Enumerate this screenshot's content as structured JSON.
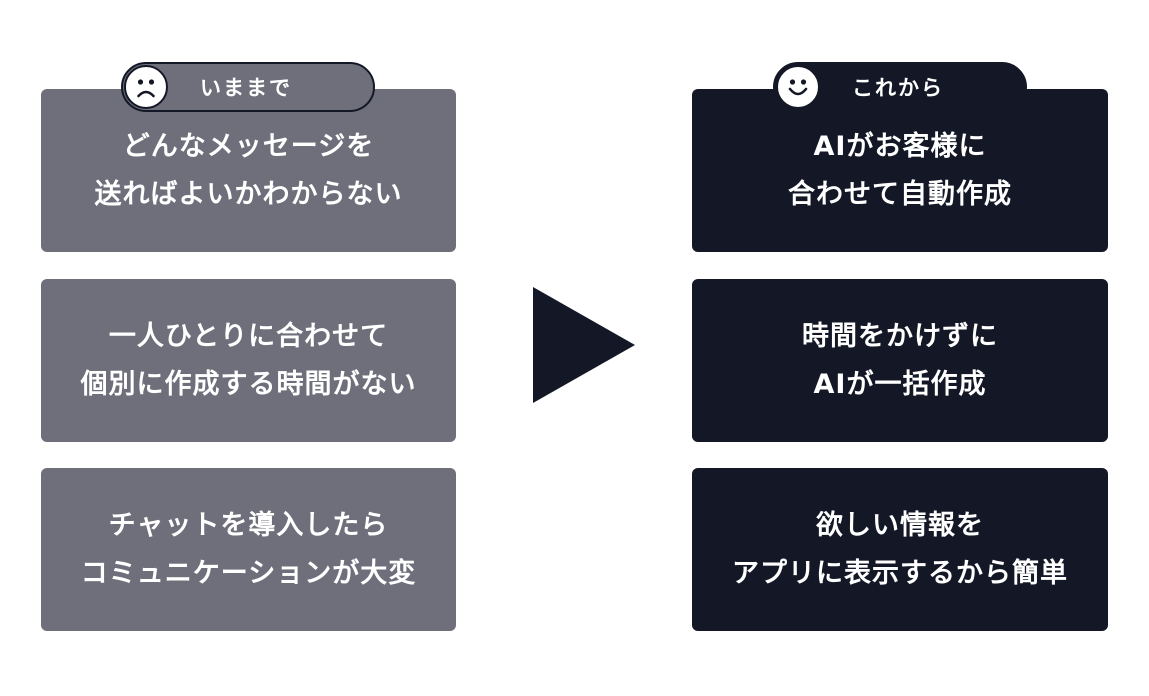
{
  "colors": {
    "before_bg": "#6e6f7b",
    "after_bg": "#141826",
    "text": "#ffffff",
    "background": "#ffffff"
  },
  "before": {
    "tag_label": "いままで",
    "tag_icon": "sad-face-icon",
    "cards": [
      {
        "line1": "どんなメッセージを",
        "line2": "送ればよいかわからない"
      },
      {
        "line1": "一人ひとりに合わせて",
        "line2": "個別に作成する時間がない"
      },
      {
        "line1": "チャットを導入したら",
        "line2": "コミュニケーションが大変"
      }
    ]
  },
  "after": {
    "tag_label": "これから",
    "tag_icon": "smile-face-icon",
    "cards": [
      {
        "line1": "AIがお客様に",
        "line2": "合わせて自動作成"
      },
      {
        "line1": "時間をかけずに",
        "line2": "AIが一括作成"
      },
      {
        "line1": "欲しい情報を",
        "line2": "アプリに表示するから簡単"
      }
    ]
  },
  "arrow_icon": "right-triangle-arrow-icon"
}
